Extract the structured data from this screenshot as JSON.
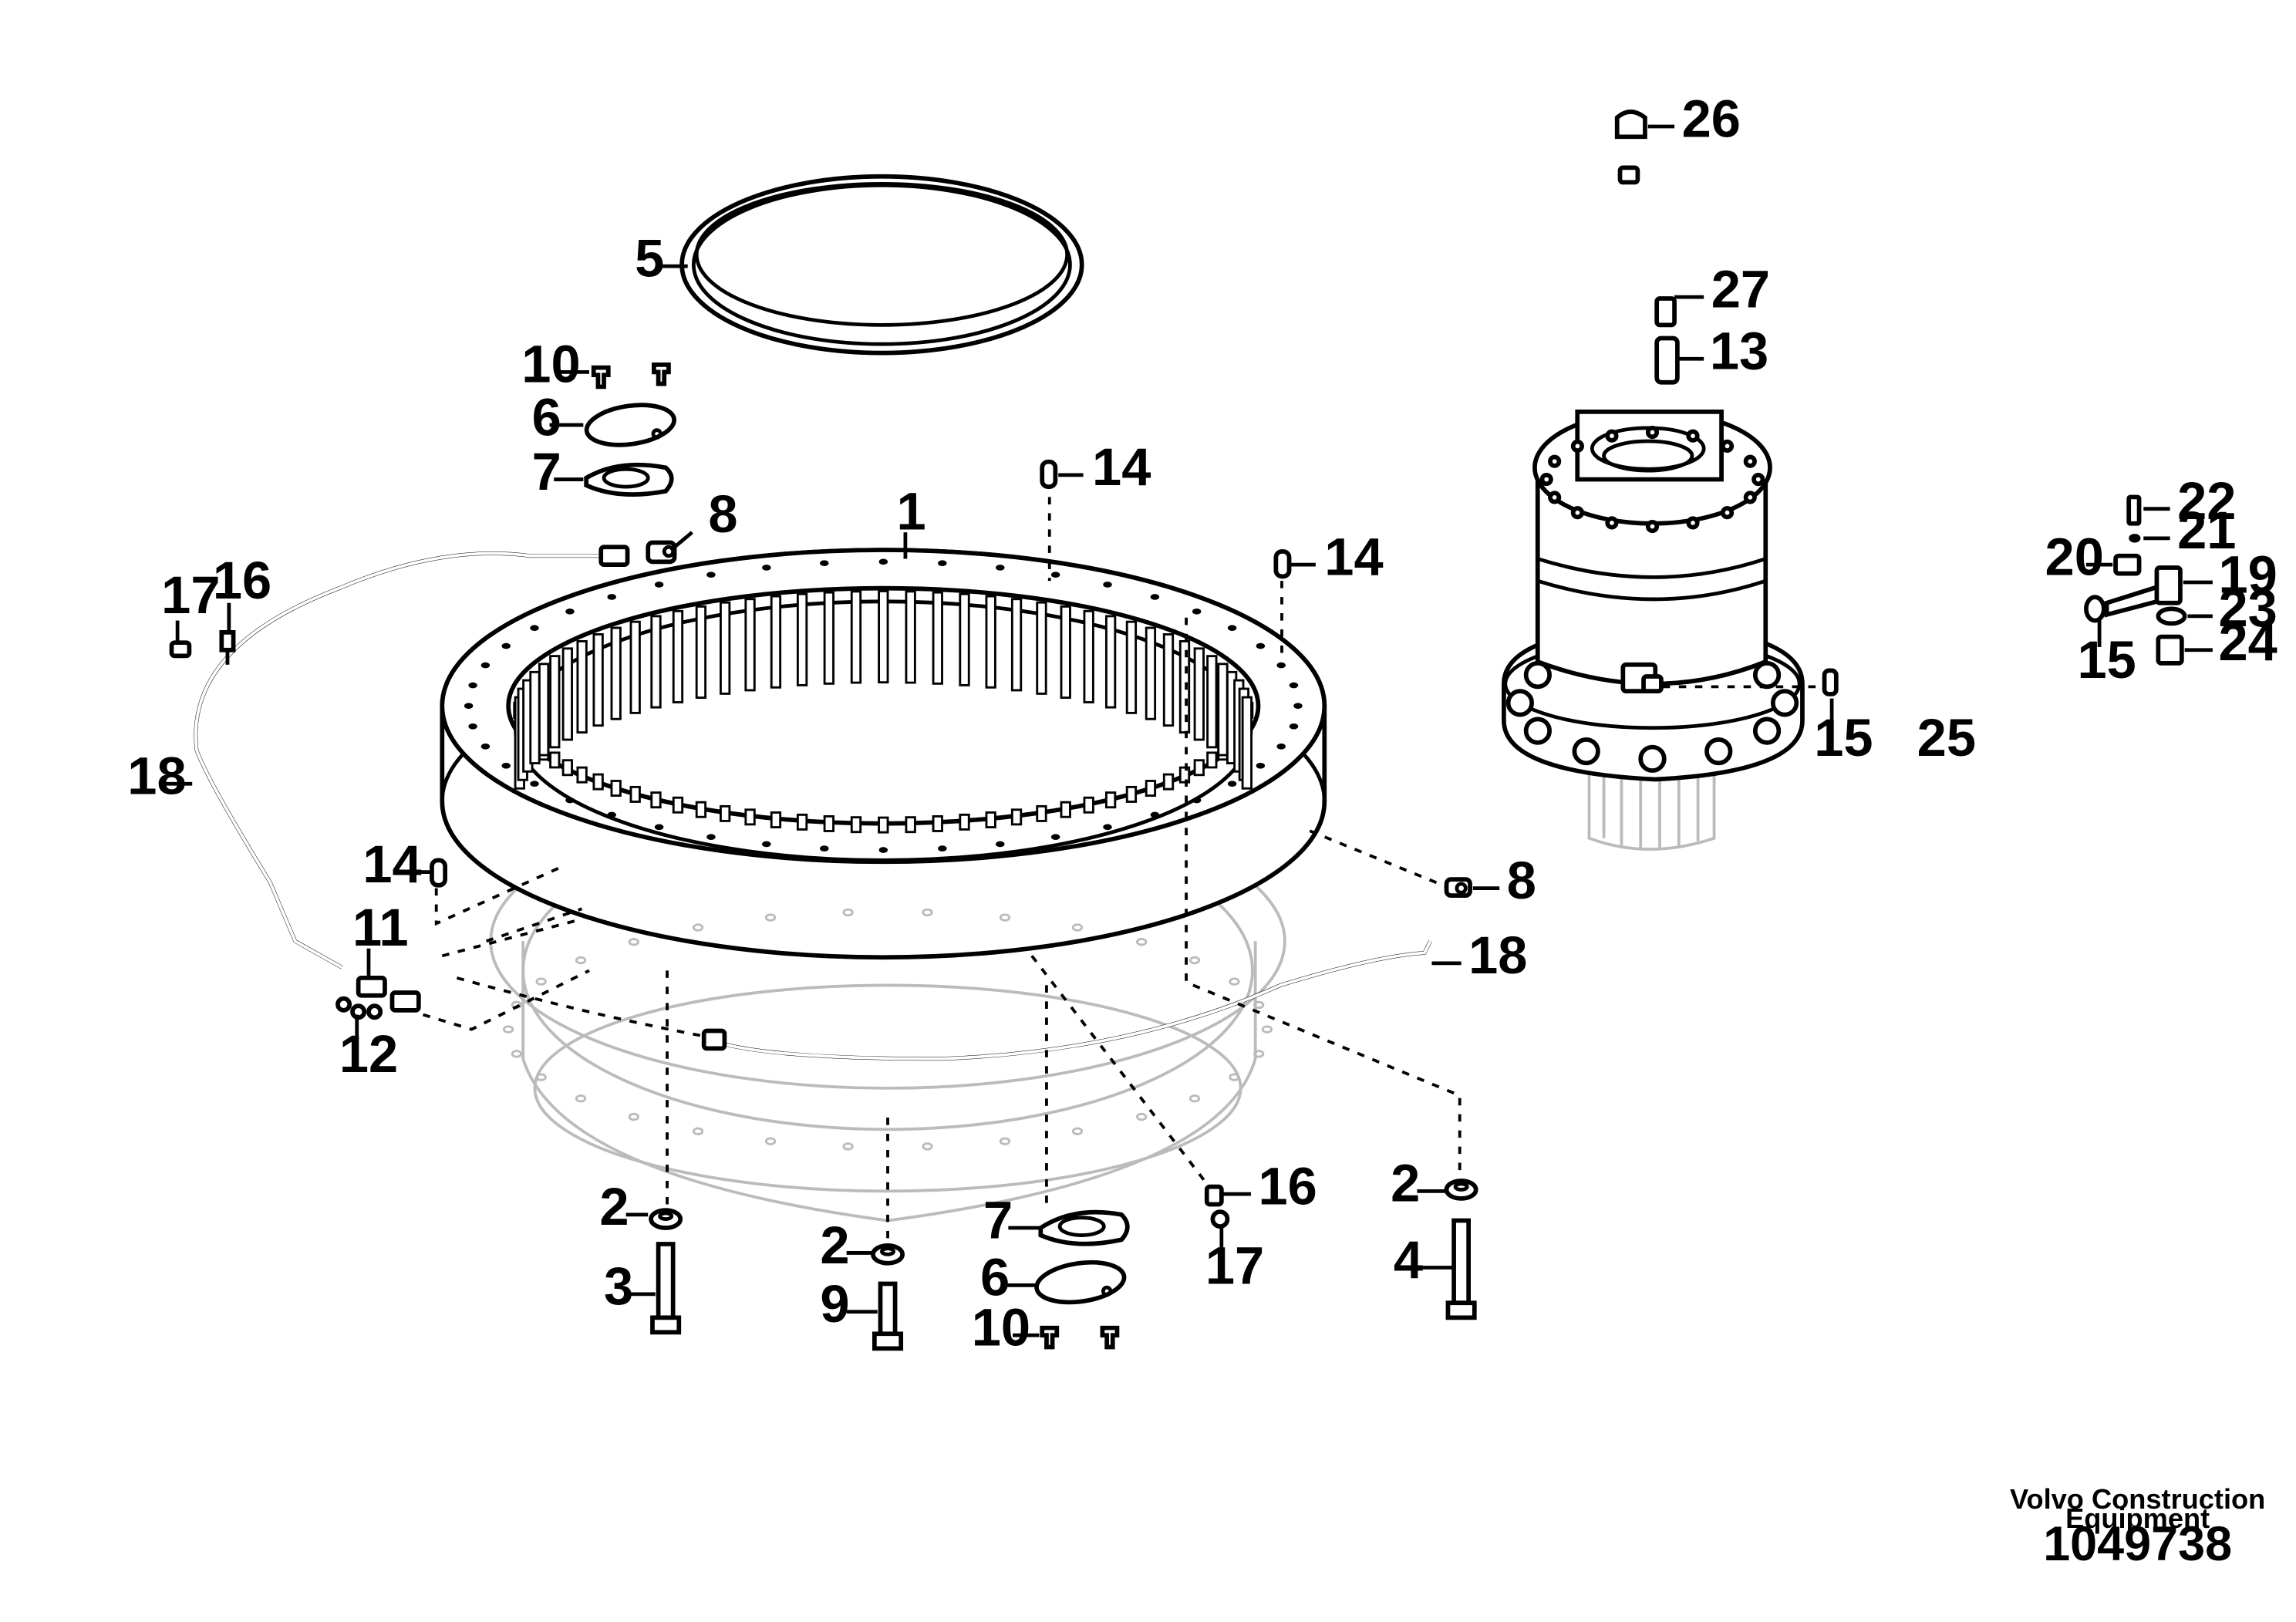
{
  "title_block": {
    "brand_line1": "Volvo Construction",
    "brand_line2": "Equipment",
    "drawing_number": "1049738"
  },
  "callouts": {
    "c1": "1",
    "c2a": "2",
    "c2b": "2",
    "c2c": "2",
    "c3": "3",
    "c4": "4",
    "c5": "5",
    "c6a": "6",
    "c6b": "6",
    "c7a": "7",
    "c7b": "7",
    "c8a": "8",
    "c8b": "8",
    "c9": "9",
    "c10a": "10",
    "c10b": "10",
    "c11": "11",
    "c12": "12",
    "c13": "13",
    "c14a": "14",
    "c14b": "14",
    "c14c": "14",
    "c15a": "15",
    "c15b": "15",
    "c16a": "16",
    "c16b": "16",
    "c17a": "17",
    "c17b": "17",
    "c18a": "18",
    "c18b": "18",
    "c19": "19",
    "c20": "20",
    "c21": "21",
    "c22": "22",
    "c23": "23",
    "c24": "24",
    "c25": "25",
    "c26": "26",
    "c27": "27"
  }
}
